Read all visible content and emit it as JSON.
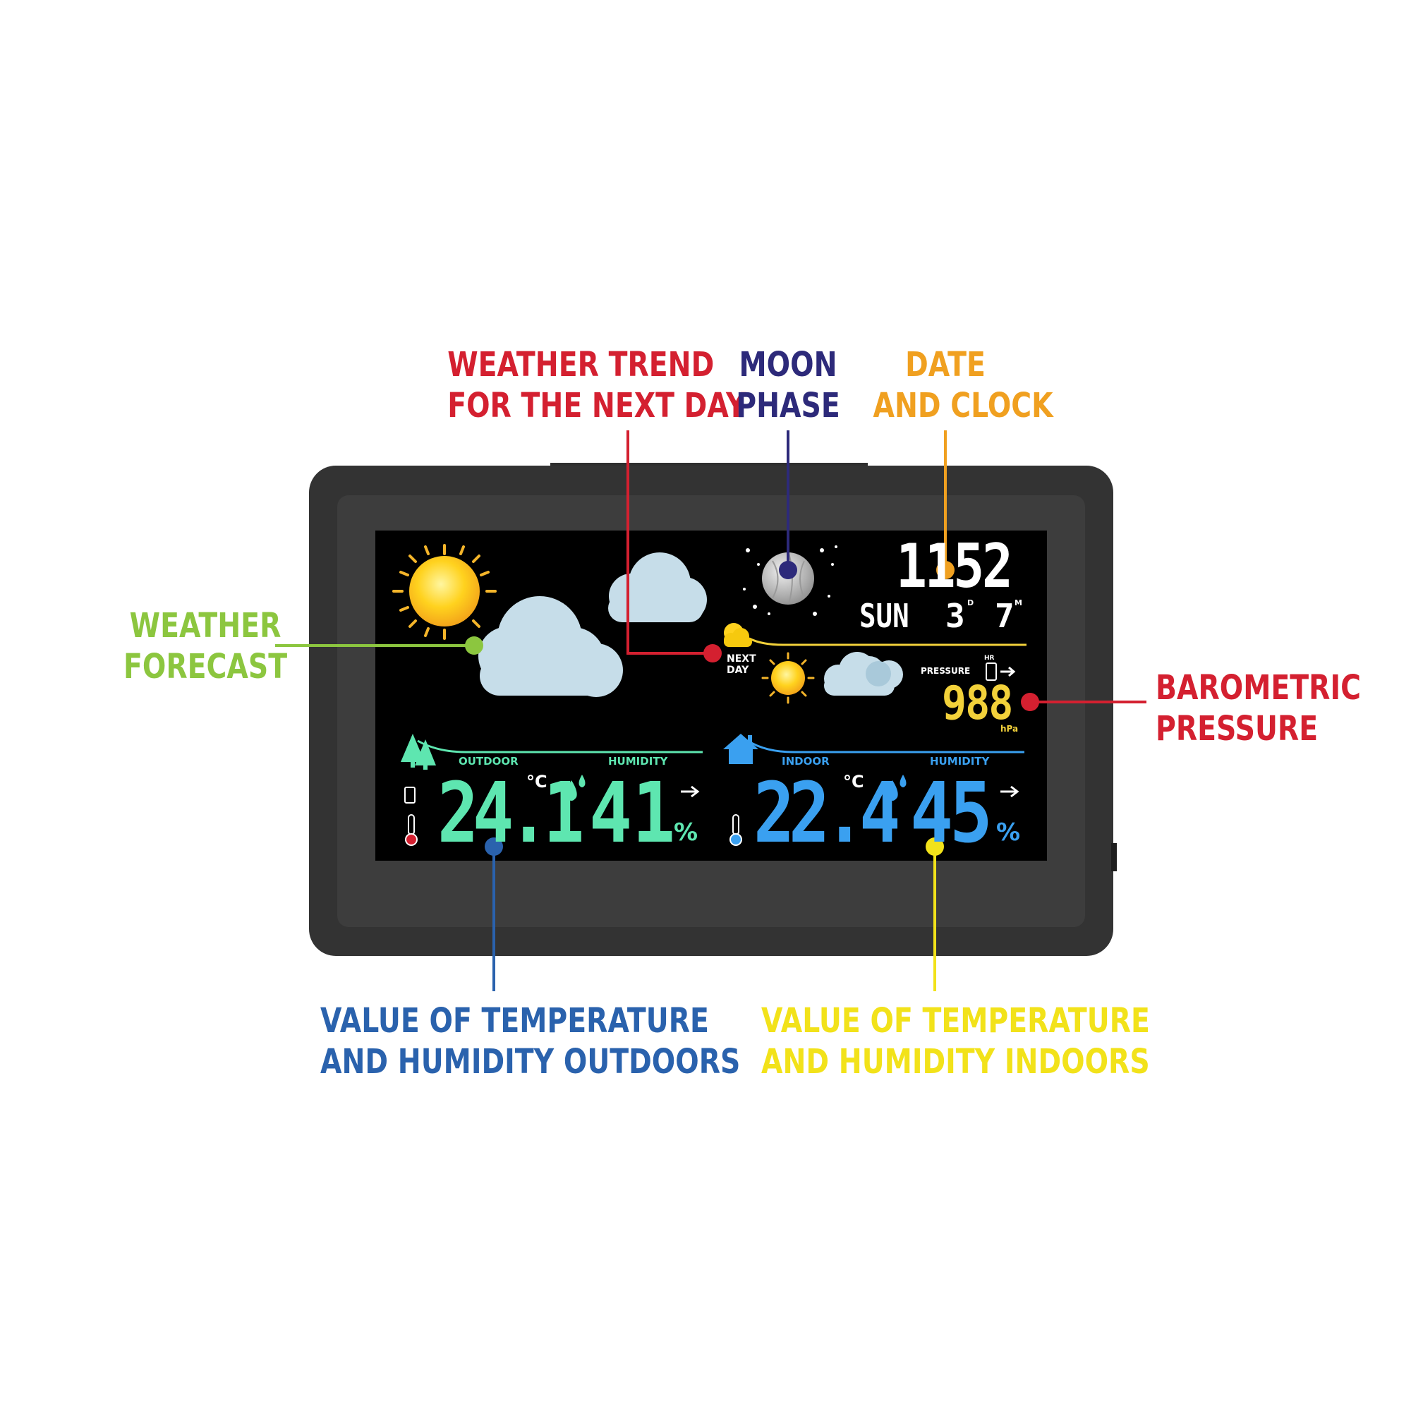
{
  "colors": {
    "weather_trend": "#d42030",
    "moon_phase": "#2d2a7a",
    "date_clock": "#f0a020",
    "weather_forecast": "#8cc63f",
    "barometric": "#d42030",
    "outdoor": "#2a62ad",
    "indoor": "#f2e21a",
    "outdoor_lcd": "#5ee6b0",
    "indoor_lcd": "#3aa0f0",
    "pressure_lcd": "#f2d13a"
  },
  "callouts": {
    "weather_trend": [
      "WEATHER TREND",
      "FOR THE NEXT DAY"
    ],
    "moon_phase": [
      "MOON",
      "PHASE"
    ],
    "date_clock": [
      "DATE",
      "AND CLOCK"
    ],
    "weather_forecast": [
      "WEATHER",
      "FORECAST"
    ],
    "barometric": [
      "BAROMETRIC",
      "PRESSURE"
    ],
    "outdoor": [
      "VALUE OF TEMPERATURE",
      "AND HUMIDITY OUTDOORS"
    ],
    "indoor": [
      "VALUE OF TEMPERATURE",
      "AND HUMIDITY INDOORS"
    ]
  },
  "display": {
    "clock": "1152",
    "day": "SUN",
    "date_day": "3",
    "date_day_sup": "D",
    "date_month": "7",
    "date_month_sup": "M",
    "next_day_1": "NEXT",
    "next_day_2": "DAY",
    "pressure_label": "PRESSURE",
    "pressure_hr": "HR",
    "pressure_value": "988",
    "pressure_unit": "hPa",
    "outdoor_label": "OUTDOOR",
    "outdoor_humidity_label": "HUMIDITY",
    "outdoor_temp": "24.1",
    "outdoor_temp_unit": "°C",
    "outdoor_humidity": "41",
    "indoor_label": "INDOOR",
    "indoor_humidity_label": "HUMIDITY",
    "indoor_temp": "22.4",
    "indoor_temp_unit": "°C",
    "indoor_humidity": "45",
    "percent": "%"
  },
  "icons": [
    "sun-icon",
    "cloud-icon",
    "moon-icon",
    "stars-icon",
    "partly-cloudy-icon",
    "tree-icon",
    "house-icon",
    "thermometer-icon",
    "droplet-icon",
    "arrow-right-icon",
    "battery-icon"
  ]
}
